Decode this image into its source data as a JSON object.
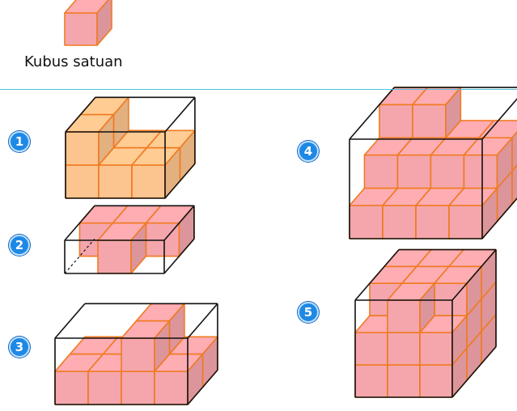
{
  "legend": {
    "label": "Kubus satuan"
  },
  "figures": [
    {
      "number": "1"
    },
    {
      "number": "2"
    },
    {
      "number": "3"
    },
    {
      "number": "4"
    },
    {
      "number": "5"
    }
  ],
  "colors": {
    "cube_pink": "#f4a6ac",
    "cube_peach": "#fcc48e",
    "cube_edge": "#f07a22",
    "box_edge": "#111111",
    "badge": "#1e88e5",
    "divider": "#4fc3d9"
  }
}
